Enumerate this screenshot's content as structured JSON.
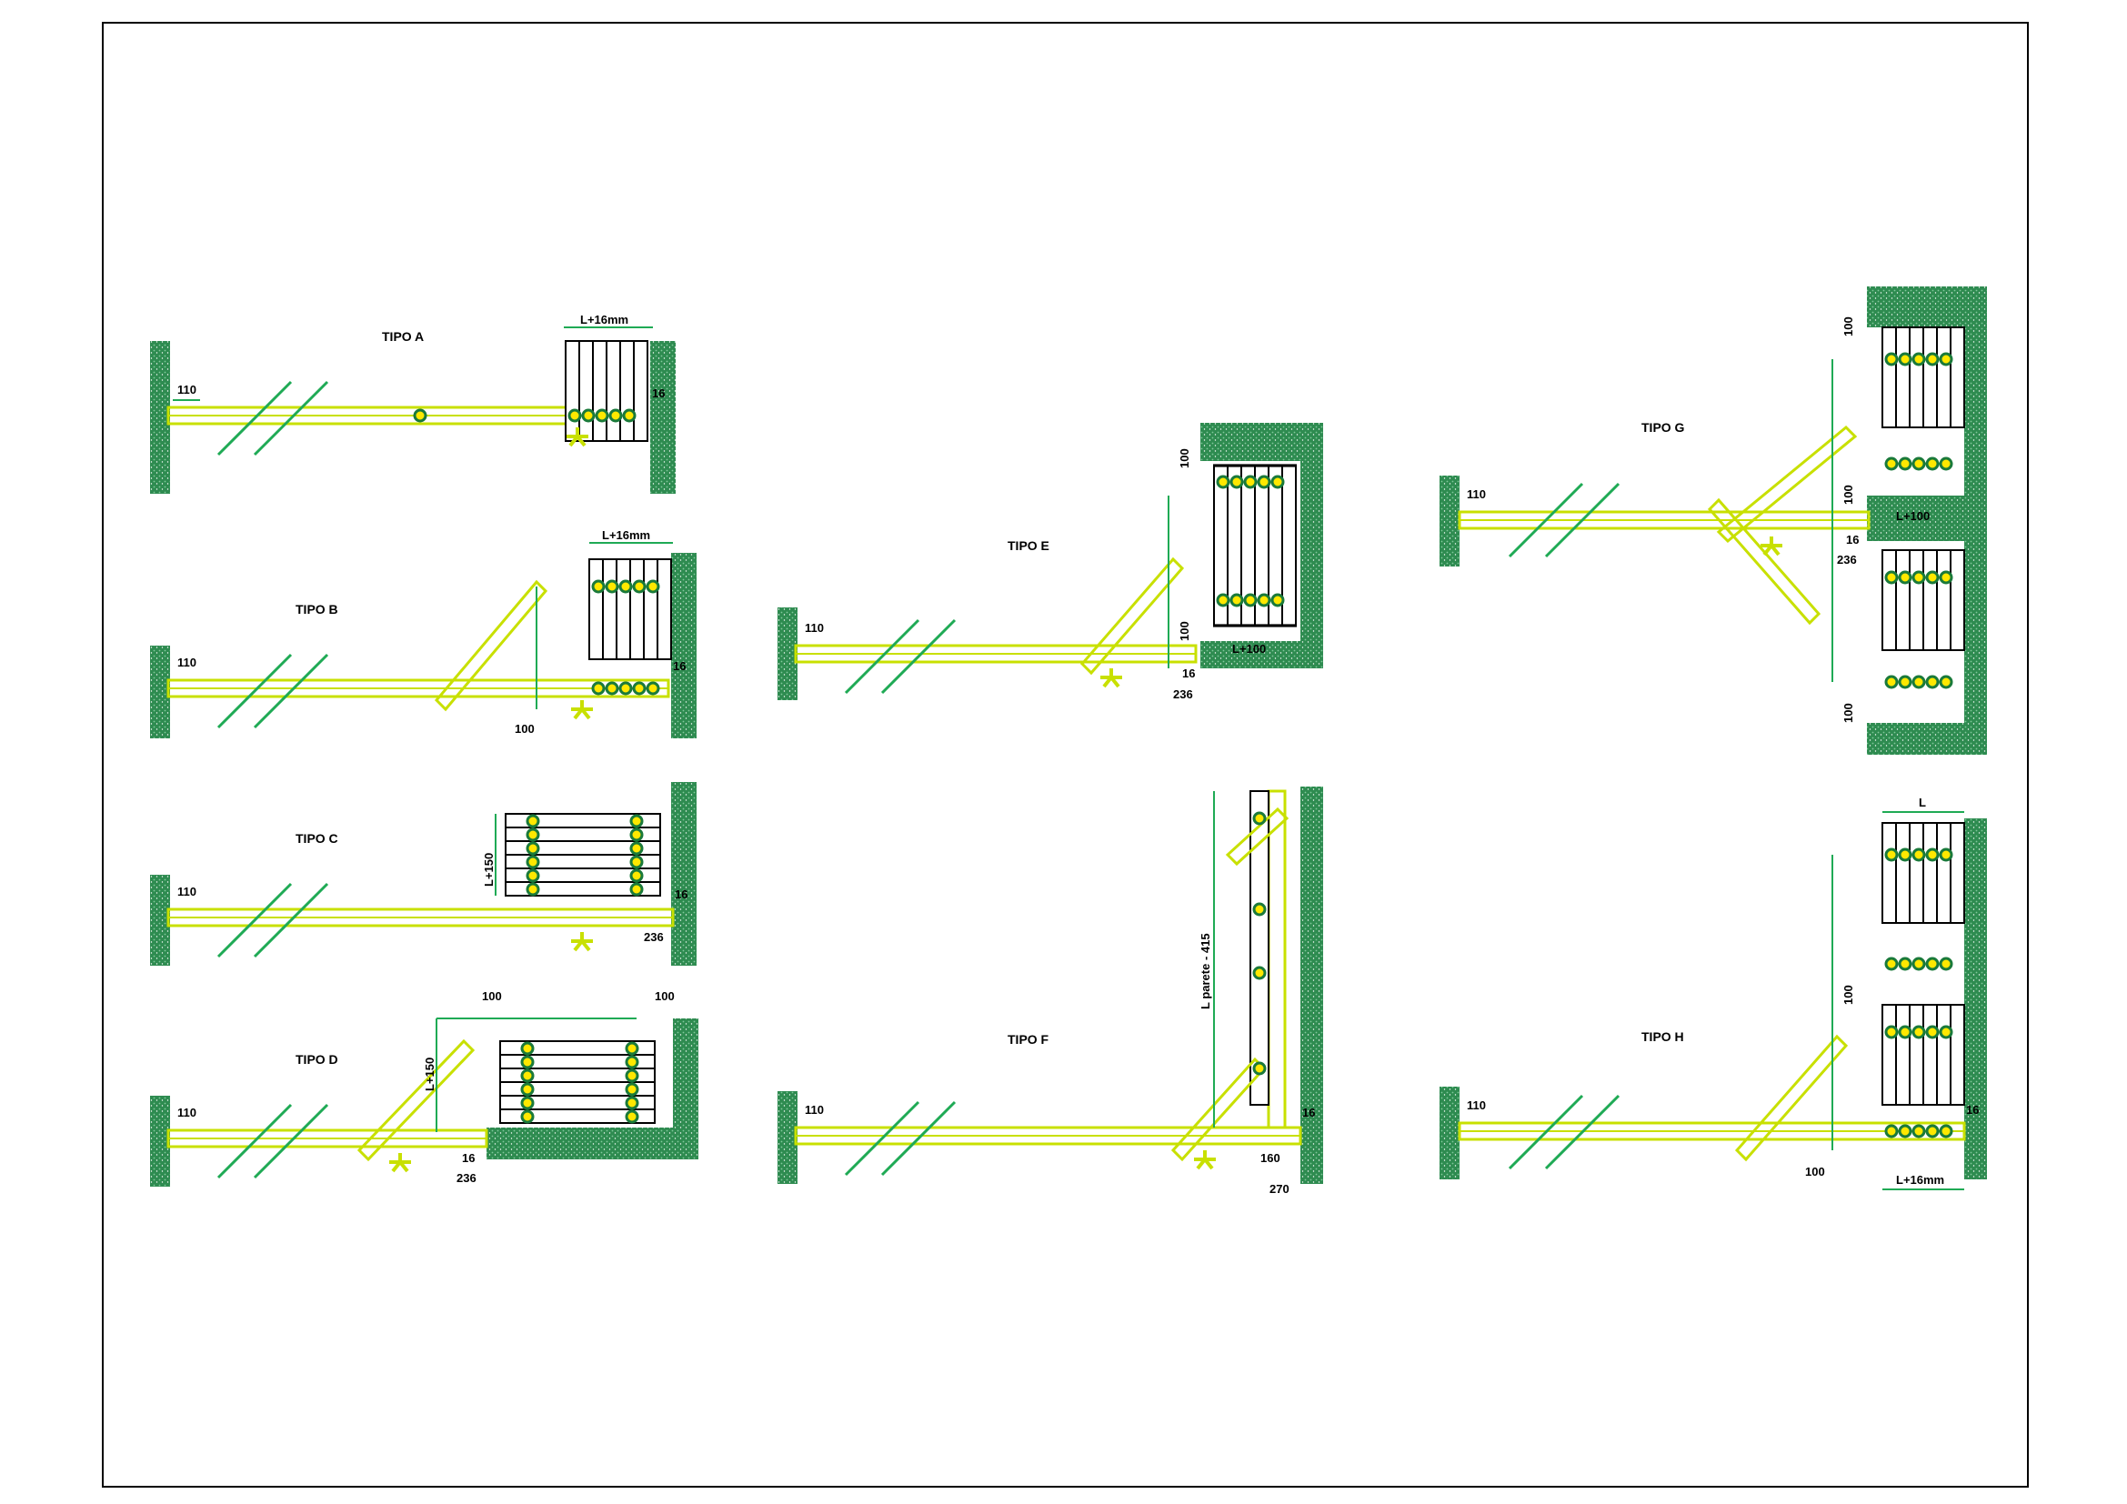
{
  "colors": {
    "wall": "#2e8b50",
    "rail": "#c8e000",
    "rail_dark": "#a6bf00",
    "dim": "#1faa55",
    "radiator": "#000000",
    "frame": "#000000"
  },
  "panels": {
    "A": {
      "title": "TIPO A",
      "d_110": "110",
      "d_width": "L+16mm",
      "d_16": "16"
    },
    "B": {
      "title": "TIPO B",
      "d_110": "110",
      "d_width": "L+16mm",
      "d_16": "16",
      "d_100": "100"
    },
    "C": {
      "title": "TIPO C",
      "d_110": "110",
      "d_height": "L+150",
      "d_16": "16",
      "d_236": "236"
    },
    "D": {
      "title": "TIPO D",
      "d_110": "110",
      "d_height": "L+150",
      "d_100a": "100",
      "d_100b": "100",
      "d_16": "16",
      "d_236": "236"
    },
    "E": {
      "title": "TIPO E",
      "d_110": "110",
      "d_100a": "100",
      "d_100b": "100",
      "d_width": "L+100",
      "d_16": "16",
      "d_236": "236"
    },
    "F": {
      "title": "TIPO F",
      "d_110": "110",
      "d_len": "L parete - 415",
      "d_16": "16",
      "d_160": "160",
      "d_270": "270"
    },
    "G": {
      "title": "TIPO G",
      "d_110": "110",
      "d_100a": "100",
      "d_100b": "100",
      "d_100c": "100",
      "d_width": "L+100",
      "d_16": "16",
      "d_236": "236"
    },
    "H": {
      "title": "TIPO H",
      "d_110": "110",
      "d_L": "L",
      "d_100a": "100",
      "d_100b": "100",
      "d_width": "L+16mm",
      "d_16": "16"
    }
  }
}
